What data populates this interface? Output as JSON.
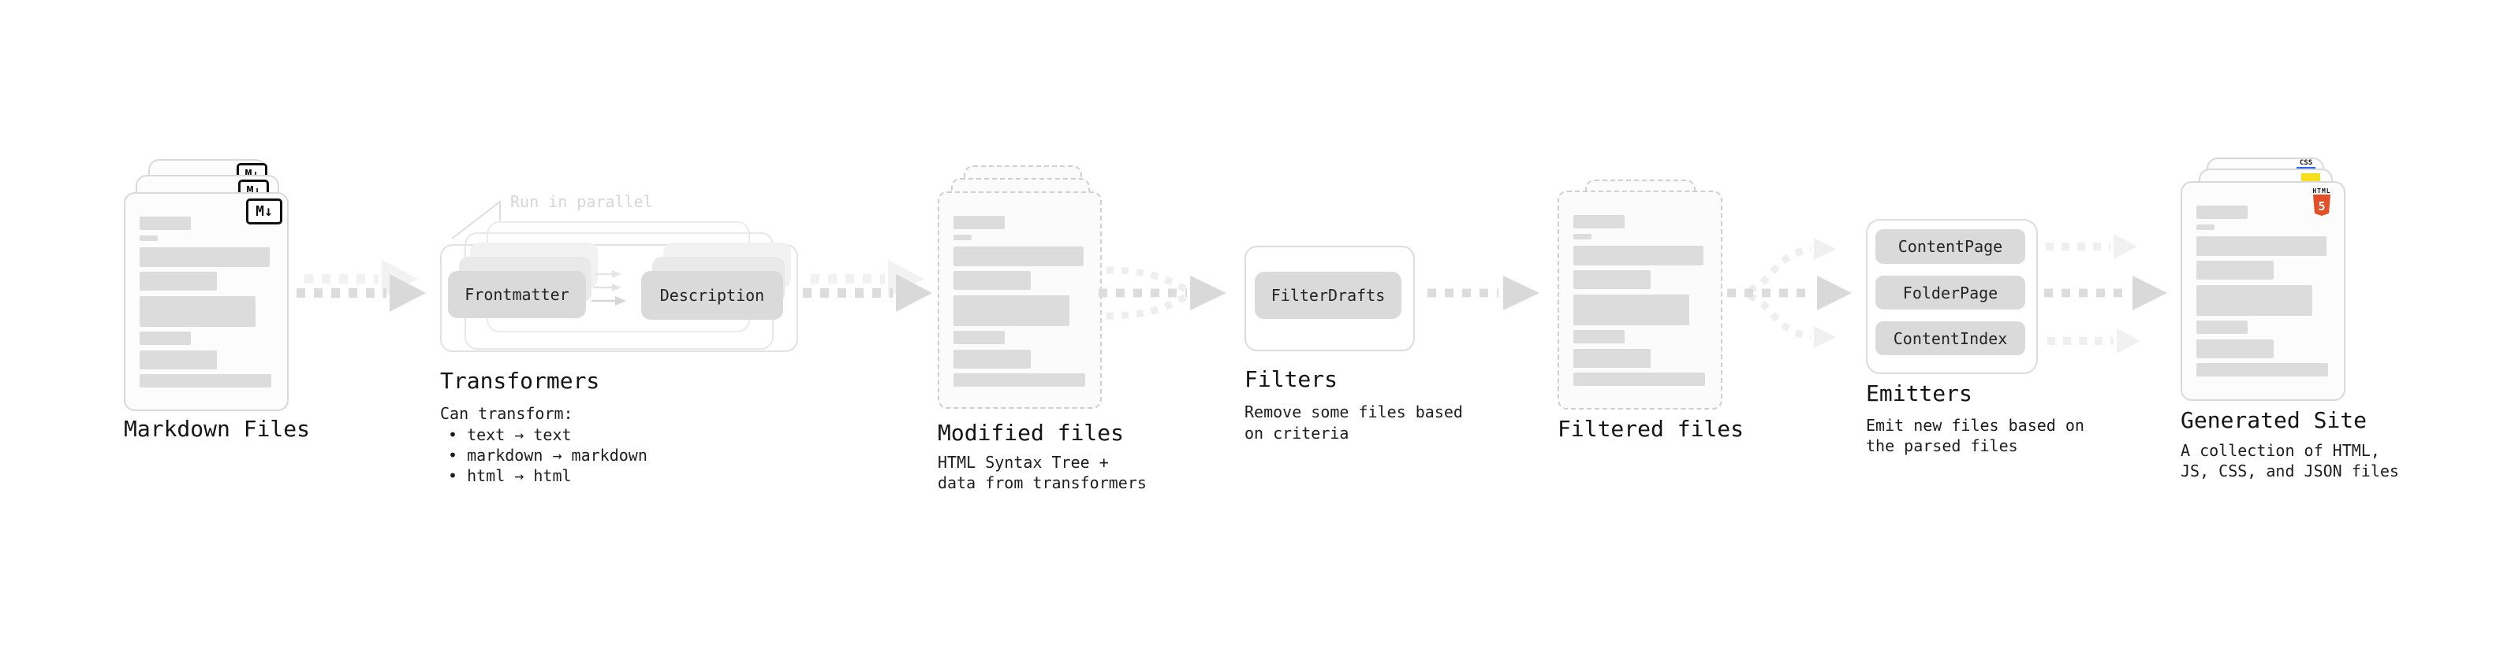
{
  "diagram": {
    "markdown_files": {
      "label": "Markdown Files",
      "badge": "M↓"
    },
    "transformers": {
      "annotation": "Run in parallel",
      "nodes": [
        "Frontmatter",
        "Description"
      ],
      "label": "Transformers",
      "subtitle": "Can transform:",
      "bullets": [
        "text → text",
        "markdown → markdown",
        "html → html"
      ]
    },
    "modified_files": {
      "label": "Modified files",
      "description_line1": "HTML Syntax Tree +",
      "description_line2": "data from transformers"
    },
    "filters": {
      "node": "FilterDrafts",
      "label": "Filters",
      "description_line1": "Remove some files based",
      "description_line2": "on criteria"
    },
    "filtered_files": {
      "label": "Filtered files"
    },
    "emitters": {
      "nodes": [
        "ContentPage",
        "FolderPage",
        "ContentIndex"
      ],
      "label": "Emitters",
      "description_line1": "Emit new files based on",
      "description_line2": "the parsed files"
    },
    "generated_site": {
      "label": "Generated Site",
      "description_line1": "A collection of HTML,",
      "description_line2": "JS, CSS, and JSON files",
      "css_badge": "CSS",
      "html_badge": "HTML",
      "html_number": "5"
    }
  },
  "document_skeleton": {
    "bars": [
      {
        "t": 29,
        "w": 65,
        "h": 17
      },
      {
        "t": 53,
        "w": 23,
        "h": 7
      },
      {
        "t": 68,
        "w": 165,
        "h": 25
      },
      {
        "t": 99,
        "w": 98,
        "h": 24
      },
      {
        "t": 130,
        "w": 147,
        "h": 39
      },
      {
        "t": 175,
        "w": 65,
        "h": 17
      },
      {
        "t": 199,
        "w": 98,
        "h": 24
      },
      {
        "t": 229,
        "w": 167,
        "h": 17
      }
    ]
  },
  "colors": {
    "html5_orange": "#e34f26",
    "js_yellow": "#f7df1e",
    "css_blue": "#2965f1",
    "bar_gray": "#dcdcdc",
    "node_gray": "#dadada",
    "arrow_gray": "#dcdcdc",
    "arrow_head": "#d9d9d9",
    "arrow_light": "#f0f0f0",
    "text_dark": "#1a1a1a",
    "annotation_gray": "#d6d6d6"
  }
}
